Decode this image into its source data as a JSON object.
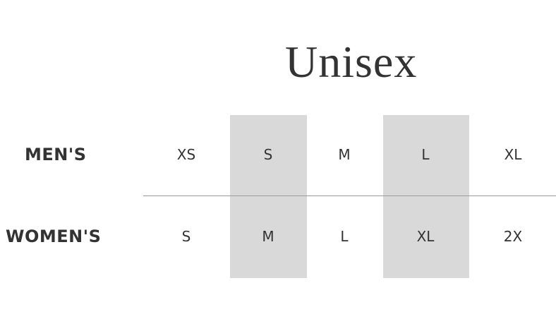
{
  "title": "Unisex",
  "rows": [
    {
      "label": "MEN'S",
      "sizes": [
        "XS",
        "S",
        "M",
        "L",
        "XL"
      ]
    },
    {
      "label": "WOMEN'S",
      "sizes": [
        "S",
        "M",
        "L",
        "XL",
        "2X"
      ]
    }
  ],
  "colors": {
    "text": "#333333",
    "highlight_column": "#d9d9d9",
    "divider": "#9a9a9a",
    "background": "#ffffff"
  }
}
